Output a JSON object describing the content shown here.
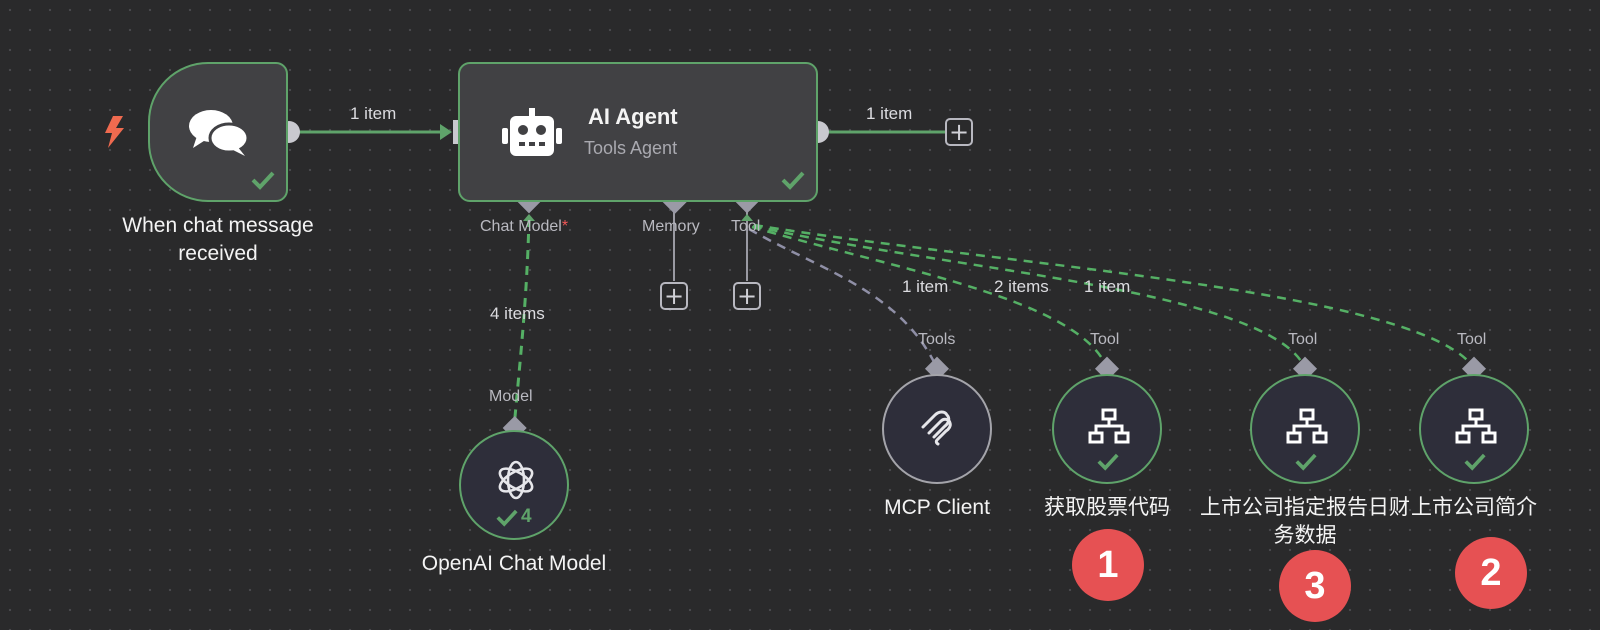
{
  "trigger": {
    "title": "When chat message received"
  },
  "agent": {
    "title": "AI Agent",
    "subtitle": "Tools Agent",
    "handles": {
      "chat_model": "Chat Model",
      "required_mark": "*",
      "memory": "Memory",
      "tool": "Tool"
    }
  },
  "connections": {
    "trigger_to_agent": "1 item",
    "agent_output": "1 item",
    "model_link": "4 items",
    "tool_link_1": "1 item",
    "tool_link_2": "2 items",
    "tool_link_3": "1 item"
  },
  "openai": {
    "title": "OpenAI Chat Model",
    "handle": "Model",
    "run_count": "4"
  },
  "tools": [
    {
      "title": "MCP Client",
      "handle": "Tools",
      "icon": "mcp-icon"
    },
    {
      "title": "获取股票代码",
      "handle": "Tool",
      "icon": "network-icon"
    },
    {
      "title_line1": "上市公司指定报告日财",
      "title_line2": "务数据",
      "handle": "Tool",
      "icon": "network-icon"
    },
    {
      "title": "上市公司简介",
      "handle": "Tool",
      "icon": "network-icon"
    }
  ],
  "badges": [
    "1",
    "3",
    "2"
  ],
  "colors": {
    "canvas": "#2a2a2b",
    "success": "#5fa36a",
    "badge": "#e65153",
    "trigger_bolt": "#ef6a4f",
    "tool_dash": "#55b065",
    "mcp_dash": "#8f8fa6"
  }
}
